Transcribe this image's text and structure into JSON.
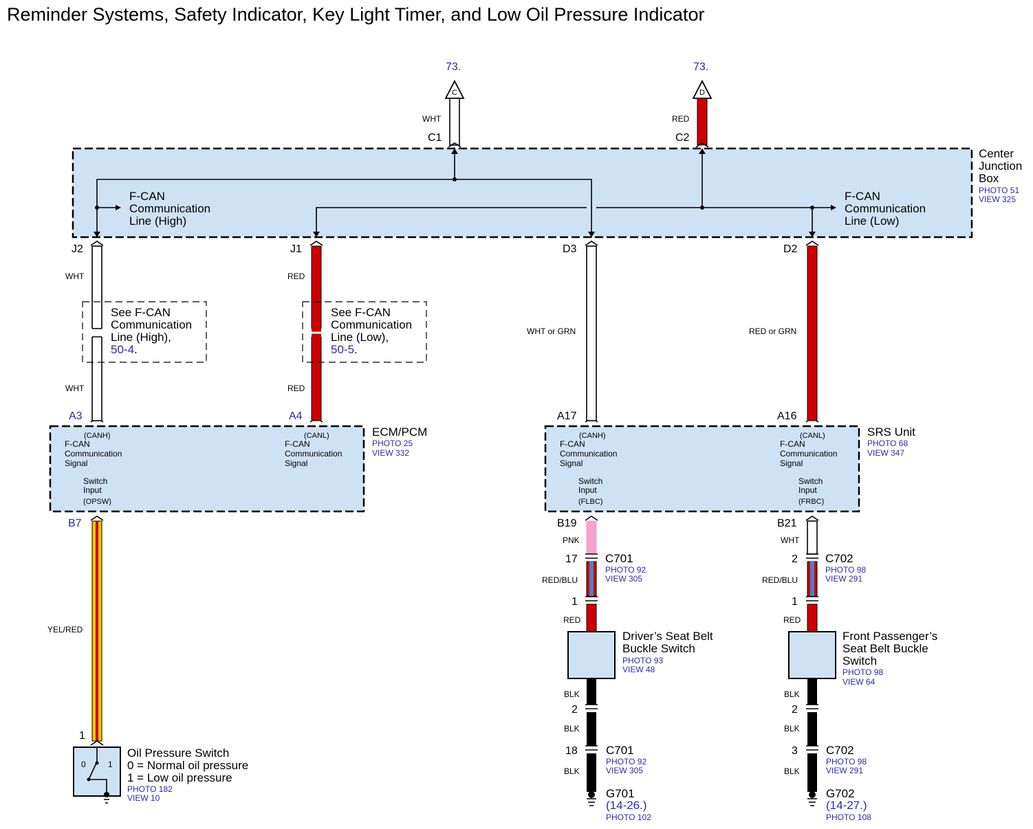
{
  "title": "Reminder Systems, Safety Indicator, Key Light Timer, and Low Oil Pressure Indicator",
  "top_refs": {
    "c": {
      "ref": "73.",
      "letter": "C",
      "wire": "WHT",
      "pin": "C1"
    },
    "d": {
      "ref": "73.",
      "letter": "D",
      "wire": "RED",
      "pin": "C2"
    }
  },
  "junction_box": {
    "name1": "Center",
    "name2": "Junction",
    "name3": "Box",
    "photo": "PHOTO 51",
    "view": "VIEW 325",
    "fcan_high": [
      "F-CAN",
      "Communication",
      "Line (High)"
    ],
    "fcan_low": [
      "F-CAN",
      "Communication",
      "Line (Low)"
    ]
  },
  "pins": {
    "j2": "J2",
    "j1": "J1",
    "d3": "D3",
    "d2": "D2"
  },
  "wire_labels": {
    "wht": "WHT",
    "red": "RED",
    "wht_or_grn": "WHT or GRN",
    "red_or_grn": "RED or GRN",
    "yel_red": "YEL/RED",
    "pnk": "PNK",
    "red_blu": "RED/BLU",
    "blk": "BLK"
  },
  "notes": {
    "high": {
      "l1": "See F-CAN",
      "l2": "Communication",
      "l3": "Line (High),",
      "ref": "50-4",
      "dot": "."
    },
    "low": {
      "l1": "See F-CAN",
      "l2": "Communication",
      "l3": "Line (Low),",
      "ref": "50-5",
      "dot": "."
    }
  },
  "ecm": {
    "name": "ECM/PCM",
    "photo": "PHOTO 25",
    "view": "VIEW 332",
    "pin_a3": "A3",
    "pin_a4": "A4",
    "pin_b7": "B7",
    "canh": "(CANH)",
    "canl": "(CANL)",
    "sig": [
      "F-CAN",
      "Communication",
      "Signal"
    ],
    "switch": [
      "Switch",
      "Input",
      "(OPSW)"
    ]
  },
  "srs": {
    "name": "SRS Unit",
    "photo": "PHOTO 68",
    "view": "VIEW 347",
    "pin_a17": "A17",
    "pin_a16": "A16",
    "pin_b19": "B19",
    "pin_b21": "B21",
    "canh": "(CANH)",
    "canl": "(CANL)",
    "sig": [
      "F-CAN",
      "Communication",
      "Signal"
    ],
    "switch_left": [
      "Switch",
      "Input",
      "(FLBC)"
    ],
    "switch_right": [
      "Switch",
      "Input",
      "(FRBC)"
    ]
  },
  "connectors": {
    "c701a": {
      "pin": "17",
      "name": "C701",
      "photo": "PHOTO 92",
      "view": "VIEW 305"
    },
    "c701a_b": {
      "pin": "1"
    },
    "c702a": {
      "pin": "2",
      "name": "C702",
      "photo": "PHOTO 98",
      "view": "VIEW 291"
    },
    "c702a_b": {
      "pin": "1"
    },
    "c701b": {
      "pin_top": "2",
      "pin": "18",
      "name": "C701",
      "photo": "PHOTO 92",
      "view": "VIEW 305"
    },
    "c702b": {
      "pin_top": "2",
      "pin": "3",
      "name": "C702",
      "photo": "PHOTO 98",
      "view": "VIEW 291"
    }
  },
  "driver_switch": {
    "l1": "Driver’s Seat Belt",
    "l2": "Buckle Switch",
    "photo": "PHOTO 93",
    "view": "VIEW 48"
  },
  "pass_switch": {
    "l1": "Front Passenger’s",
    "l2": "Seat Belt Buckle",
    "l3": "Switch",
    "photo": "PHOTO 98",
    "view": "VIEW 64"
  },
  "oil_switch": {
    "pin": "1",
    "name": "Oil Pressure Switch",
    "state0": "0 = Normal oil pressure",
    "state1": "1 = Low oil pressure",
    "photo": "PHOTO 182",
    "view": "VIEW 10",
    "zero": "0",
    "one": "1"
  },
  "grounds": {
    "g701": {
      "name": "G701",
      "ref": "(14-26.)",
      "photo": "PHOTO 102"
    },
    "g702": {
      "name": "G702",
      "ref": "(14-27.)",
      "photo": "PHOTO 108"
    }
  },
  "colors": {
    "box_fill": "#cfe2f3",
    "red_wire": "#cc0000",
    "blue_text": "#2b2ba8",
    "pink_wire": "#f4a3cf",
    "blk_wire": "#000000"
  }
}
